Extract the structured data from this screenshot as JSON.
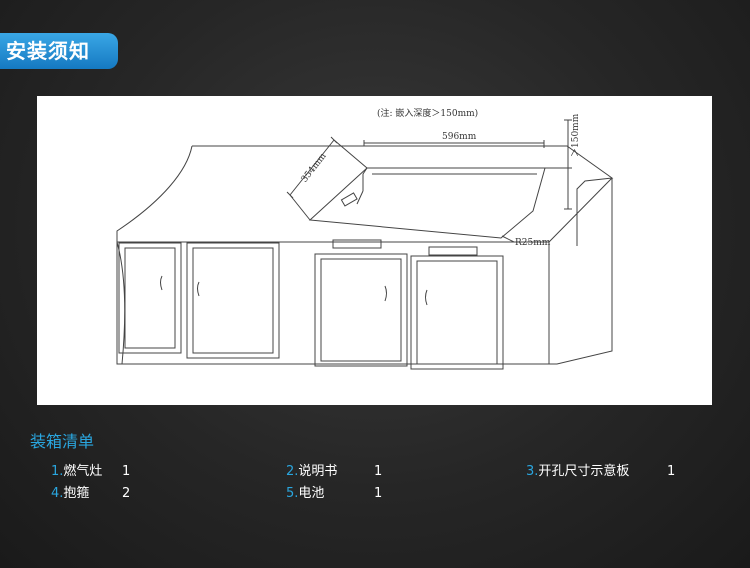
{
  "header": {
    "title": "安装须知"
  },
  "diagram": {
    "note": "(注: 嵌入深度＞150mm)",
    "width_label": "596mm",
    "depth_label": "354mm",
    "height_label": "＞150mm",
    "radius_label": "R25mm"
  },
  "packing_list": {
    "title": "装箱清单",
    "items": [
      {
        "num": "1.",
        "name": "燃气灶",
        "qty": "1"
      },
      {
        "num": "2.",
        "name": "说明书",
        "qty": "1"
      },
      {
        "num": "3.",
        "name": "开孔尺寸示意板",
        "qty": "1"
      },
      {
        "num": "4.",
        "name": "抱箍",
        "qty": "2"
      },
      {
        "num": "5.",
        "name": "电池",
        "qty": "1"
      }
    ]
  }
}
